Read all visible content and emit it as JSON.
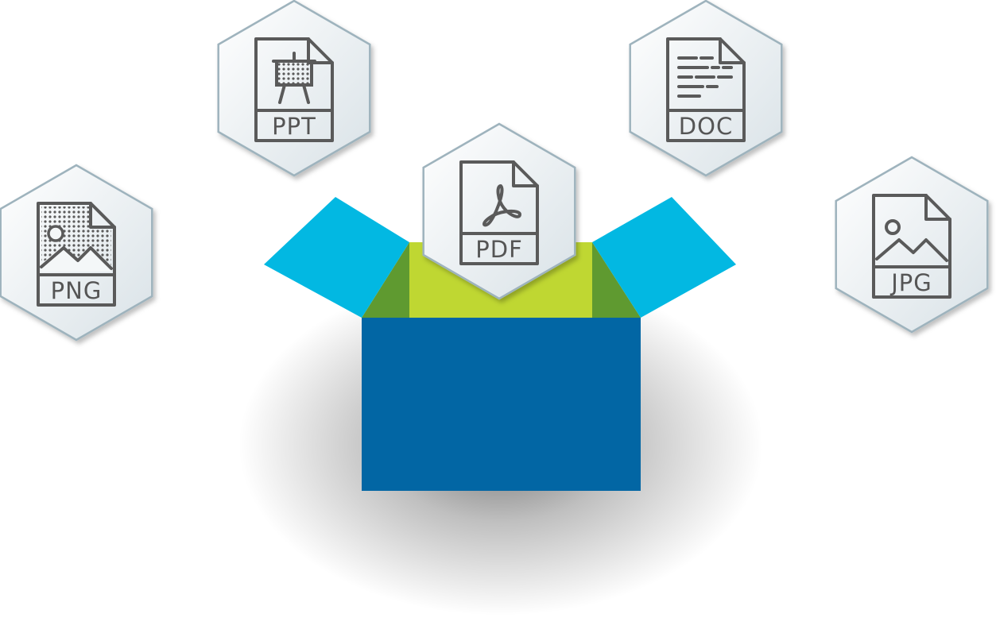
{
  "colors": {
    "box_front": "#0266a4",
    "box_flap": "#02b8e2",
    "box_inner_back": "#bfd732",
    "box_inner_side": "#5f9a30",
    "hex_fill_light": "#fbfcfd",
    "hex_fill_dark": "#dde5ea",
    "hex_border": "#9eb3bd",
    "icon_stroke": "#5a5a5a"
  },
  "file_badges": [
    {
      "label": "PPT",
      "icon": "presentation-icon"
    },
    {
      "label": "DOC",
      "icon": "text-lines-icon"
    },
    {
      "label": "PDF",
      "icon": "acrobat-icon"
    },
    {
      "label": "PNG",
      "icon": "image-icon"
    },
    {
      "label": "JPG",
      "icon": "image-icon"
    }
  ]
}
